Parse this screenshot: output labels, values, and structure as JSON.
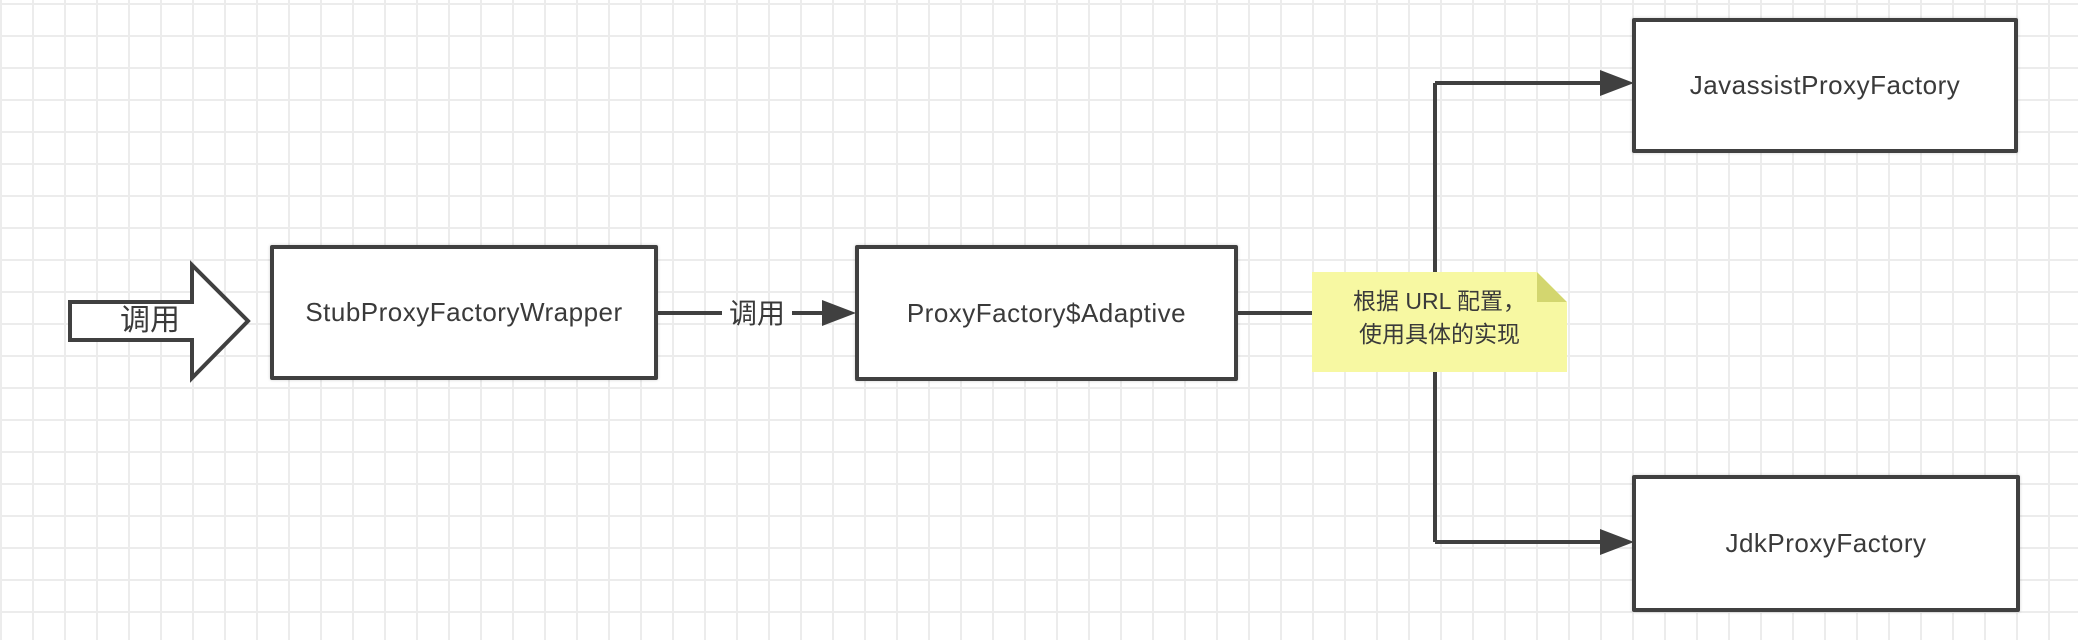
{
  "diagram": {
    "entry_arrow": {
      "label": "调用"
    },
    "nodes": [
      {
        "id": "stub",
        "label": "StubProxyFactoryWrapper"
      },
      {
        "id": "adaptive",
        "label": "ProxyFactory$Adaptive"
      },
      {
        "id": "javassist",
        "label": "JavassistProxyFactory"
      },
      {
        "id": "jdk",
        "label": "JdkProxyFactory"
      }
    ],
    "connectors": [
      {
        "from": "StubProxyFactoryWrapper",
        "to": "ProxyFactory$Adaptive",
        "label": "调用"
      },
      {
        "from": "ProxyFactory$Adaptive",
        "to": "JavassistProxyFactory",
        "label": ""
      },
      {
        "from": "ProxyFactory$Adaptive",
        "to": "JdkProxyFactory",
        "label": ""
      }
    ],
    "note": {
      "line1": "根据 URL 配置，",
      "line2": "使用具体的实现"
    },
    "colors": {
      "stroke": "#404040",
      "text": "#3a3a3a",
      "note_fill": "#f7f8a2",
      "note_fold": "#d3d66f",
      "grid_line": "#ececec",
      "background": "#ffffff"
    }
  }
}
